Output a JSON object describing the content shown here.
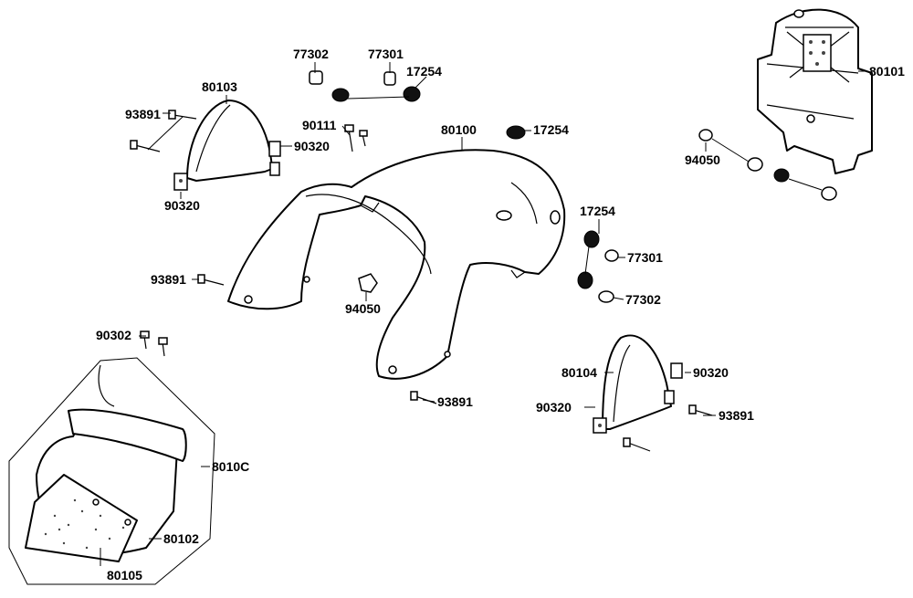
{
  "labels": {
    "l_77302_a": "77302",
    "l_77301_a": "77301",
    "l_17254_a": "17254",
    "l_80103": "80103",
    "l_93891_a": "93891",
    "l_90111": "90111",
    "l_90320_a": "90320",
    "l_90320_b": "90320",
    "l_80100": "80100",
    "l_17254_b": "17254",
    "l_80101": "80101",
    "l_94050_a": "94050",
    "l_17254_c": "17254",
    "l_77301_b": "77301",
    "l_77302_b": "77302",
    "l_93891_b": "93891",
    "l_94050_b": "94050",
    "l_90302": "90302",
    "l_93891_c": "93891",
    "l_80104": "80104",
    "l_90320_c": "90320",
    "l_90320_d": "90320",
    "l_93891_d": "93891",
    "l_8010C": "8010C",
    "l_80102": "80102",
    "l_80105": "80105"
  },
  "style": {
    "line_color": "#000000",
    "background": "#ffffff"
  }
}
